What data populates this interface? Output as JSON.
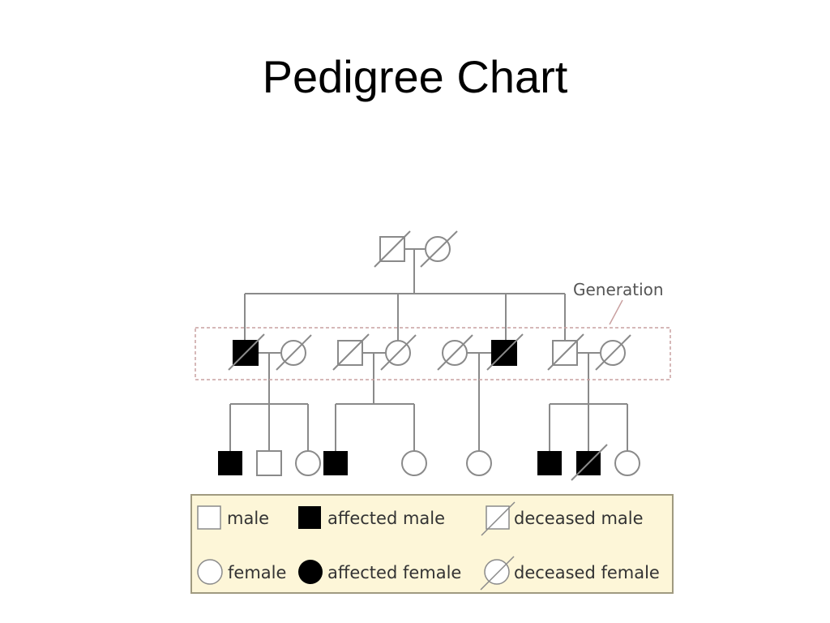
{
  "title": "Pedigree Chart",
  "diagram": {
    "generation_label": "Generation",
    "colors": {
      "line": "#8a8a8a",
      "affected": "#000000",
      "unaffected_fill": "#ffffff",
      "generation_box": "#c9a0a0",
      "legend_bg": "#fdf6d8",
      "legend_border": "#a09a80"
    }
  },
  "legend": {
    "male": "male",
    "affected_male": "affected male",
    "deceased_male": "deceased male",
    "female": "female",
    "affected_female": "affected female",
    "deceased_female": "deceased female"
  }
}
